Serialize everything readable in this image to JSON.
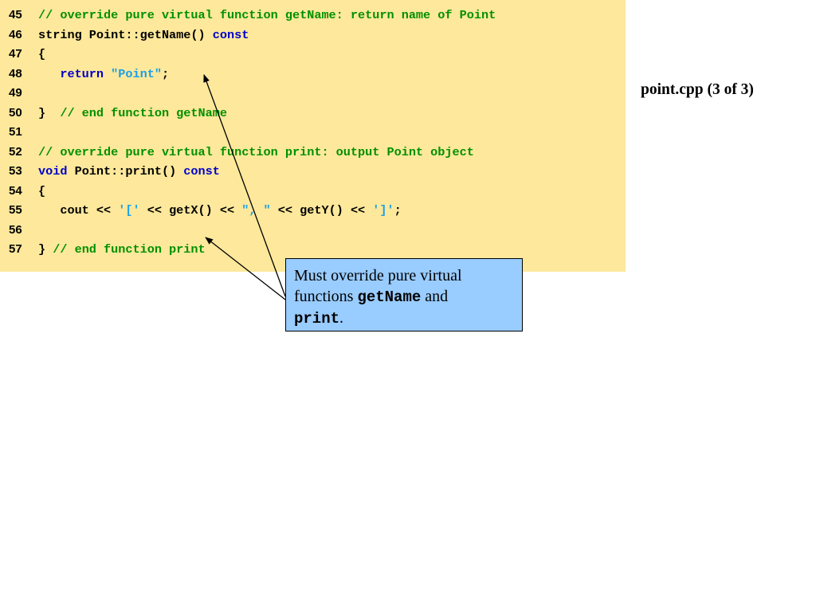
{
  "slide": {
    "title": "point.cpp (3 of 3)"
  },
  "code": {
    "lines": [
      {
        "num": "45",
        "tokens": [
          {
            "t": "// override pure virtual function getName: return name of Point",
            "c": "cm"
          }
        ]
      },
      {
        "num": "46",
        "tokens": [
          {
            "t": "string Point::getName() ",
            "c": "pl"
          },
          {
            "t": "const",
            "c": "kw"
          }
        ]
      },
      {
        "num": "47",
        "tokens": [
          {
            "t": "{",
            "c": "pl"
          }
        ]
      },
      {
        "num": "48",
        "tokens": [
          {
            "t": "   ",
            "c": "pl"
          },
          {
            "t": "return",
            "c": "kw"
          },
          {
            "t": " ",
            "c": "pl"
          },
          {
            "t": "\"Point\"",
            "c": "st"
          },
          {
            "t": ";",
            "c": "pl"
          }
        ]
      },
      {
        "num": "49",
        "tokens": []
      },
      {
        "num": "50",
        "tokens": [
          {
            "t": "}  ",
            "c": "pl"
          },
          {
            "t": "// end function getName",
            "c": "cm"
          }
        ]
      },
      {
        "num": "51",
        "tokens": []
      },
      {
        "num": "52",
        "tokens": [
          {
            "t": "// override pure virtual function print: output Point object",
            "c": "cm"
          }
        ]
      },
      {
        "num": "53",
        "tokens": [
          {
            "t": "void",
            "c": "kw"
          },
          {
            "t": " Point::print() ",
            "c": "pl"
          },
          {
            "t": "const",
            "c": "kw"
          }
        ]
      },
      {
        "num": "54",
        "tokens": [
          {
            "t": "{",
            "c": "pl"
          }
        ]
      },
      {
        "num": "55",
        "tokens": [
          {
            "t": "   cout << ",
            "c": "pl"
          },
          {
            "t": "'['",
            "c": "st"
          },
          {
            "t": " << getX() << ",
            "c": "pl"
          },
          {
            "t": "\", \"",
            "c": "st"
          },
          {
            "t": " << getY() << ",
            "c": "pl"
          },
          {
            "t": "']'",
            "c": "st"
          },
          {
            "t": ";",
            "c": "pl"
          }
        ]
      },
      {
        "num": "56",
        "tokens": []
      },
      {
        "num": "57",
        "tokens": [
          {
            "t": "} ",
            "c": "pl"
          },
          {
            "t": "// end function print",
            "c": "cm"
          }
        ]
      }
    ]
  },
  "callout": {
    "text_before": "Must override pure virtual functions ",
    "code1": "getName",
    "text_mid": " and ",
    "code2": "print",
    "text_after": "."
  },
  "colors": {
    "panel": "#fde89b",
    "comment": "#009000",
    "keyword": "#0000cc",
    "string": "#1aa0e6",
    "callout": "#99ccff"
  }
}
